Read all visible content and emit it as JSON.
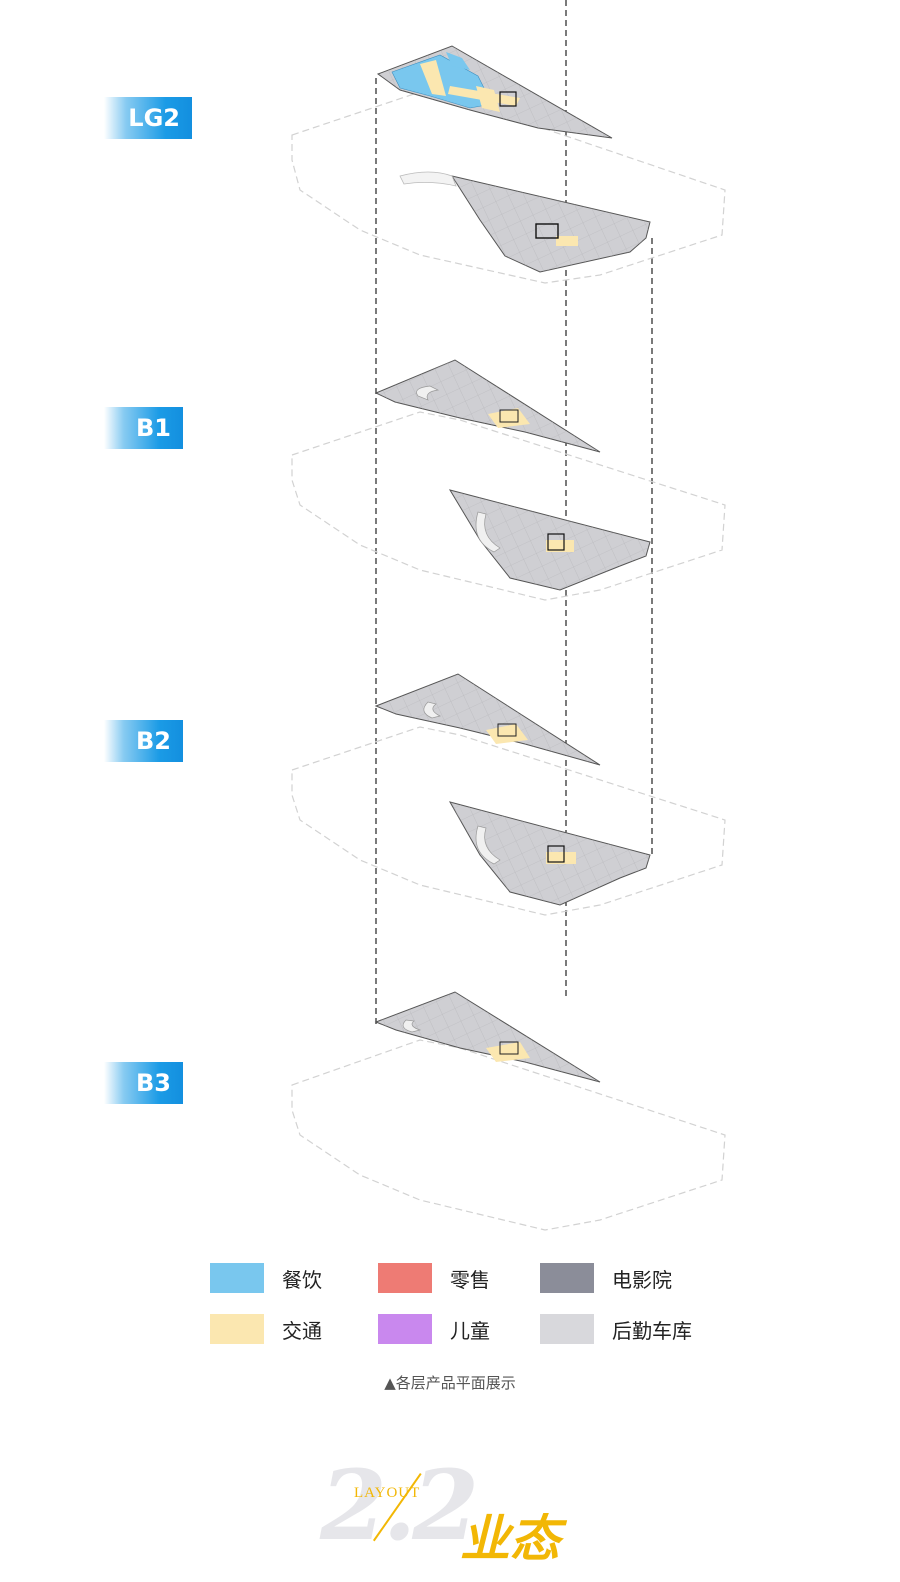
{
  "floors": [
    {
      "label": "LG2"
    },
    {
      "label": "B1"
    },
    {
      "label": "B2"
    },
    {
      "label": "B3"
    }
  ],
  "legend": [
    {
      "label": "餐饮",
      "color": "#79c7ee"
    },
    {
      "label": "零售",
      "color": "#ee7b74"
    },
    {
      "label": "电影院",
      "color": "#8b8d99"
    },
    {
      "label": "交通",
      "color": "#fbe7b0"
    },
    {
      "label": "儿童",
      "color": "#c988ee"
    },
    {
      "label": "后勤车库",
      "color": "#d8d8dc"
    }
  ],
  "colors": {
    "plan_gray": "#cfcfd3",
    "plan_edge": "#6f6f74",
    "outline": "#cfcfcf",
    "accent_yellow": "#f2b705"
  },
  "caption": "▲各层产品平面展示",
  "section": {
    "number": "2.2",
    "english": "LAYOUT",
    "chinese": "业态"
  }
}
